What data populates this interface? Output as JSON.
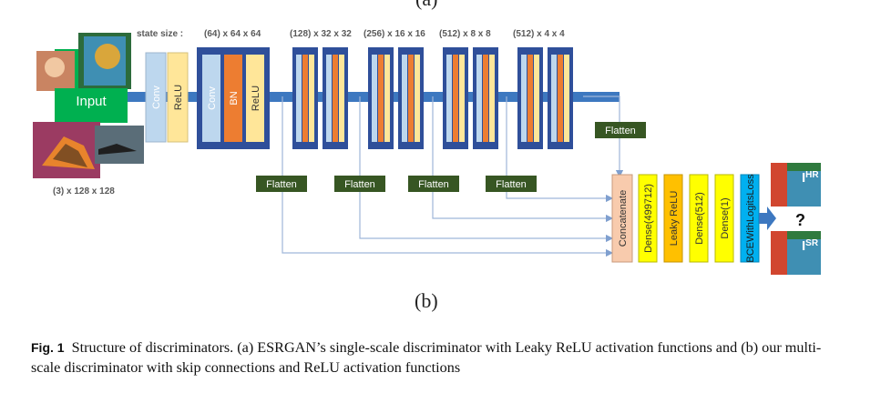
{
  "sublabel_top": "(a)",
  "sublabel_bottom": "(b)",
  "state_size_label": "state size :",
  "input_label": "Input",
  "input_size": "(3) x 128 x 128",
  "stages": [
    {
      "size": "(64) x 64 x 64",
      "layers": [
        "Conv",
        "BN",
        "ReLU"
      ]
    },
    {
      "size": "(128) x 32 x 32"
    },
    {
      "size": "(256) x 16 x 16"
    },
    {
      "size": "(512) x 8 x 8"
    },
    {
      "size": "(512) x 4 x 4"
    }
  ],
  "first_block": [
    "Conv",
    "ReLU"
  ],
  "flatten_label": "Flatten",
  "head_layers": [
    "Concatenate",
    "Dense(499712)",
    "Leaky ReLU",
    "Dense(512)",
    "Dense(1)",
    "BCEWithLogitsLoss"
  ],
  "question_mark": "?",
  "output_hr": "I",
  "output_hr_sup": "HR",
  "output_sr": "I",
  "output_sr_sup": "SR",
  "caption": {
    "fig_label": "Fig. 1",
    "text": "Structure of discriminators. (a) ESRGAN’s single-scale discriminator with Leaky ReLU activation functions and (b) our multi-scale discriminator with skip connections and ReLU activation functions"
  },
  "colors": {
    "main_arrow": "#3d78c0",
    "block_border": "#2f4f9a",
    "conv_fill": "#bdd7ee",
    "relu_fill": "#ffe699",
    "bn_fill": "#ed7d31",
    "flatten_fill": "#375623",
    "concat_fill": "#f8cbad",
    "dense_fill": "#ffff00",
    "leaky_fill": "#ffc000",
    "bce_fill": "#00b0f0",
    "input_green": "#00b050"
  }
}
